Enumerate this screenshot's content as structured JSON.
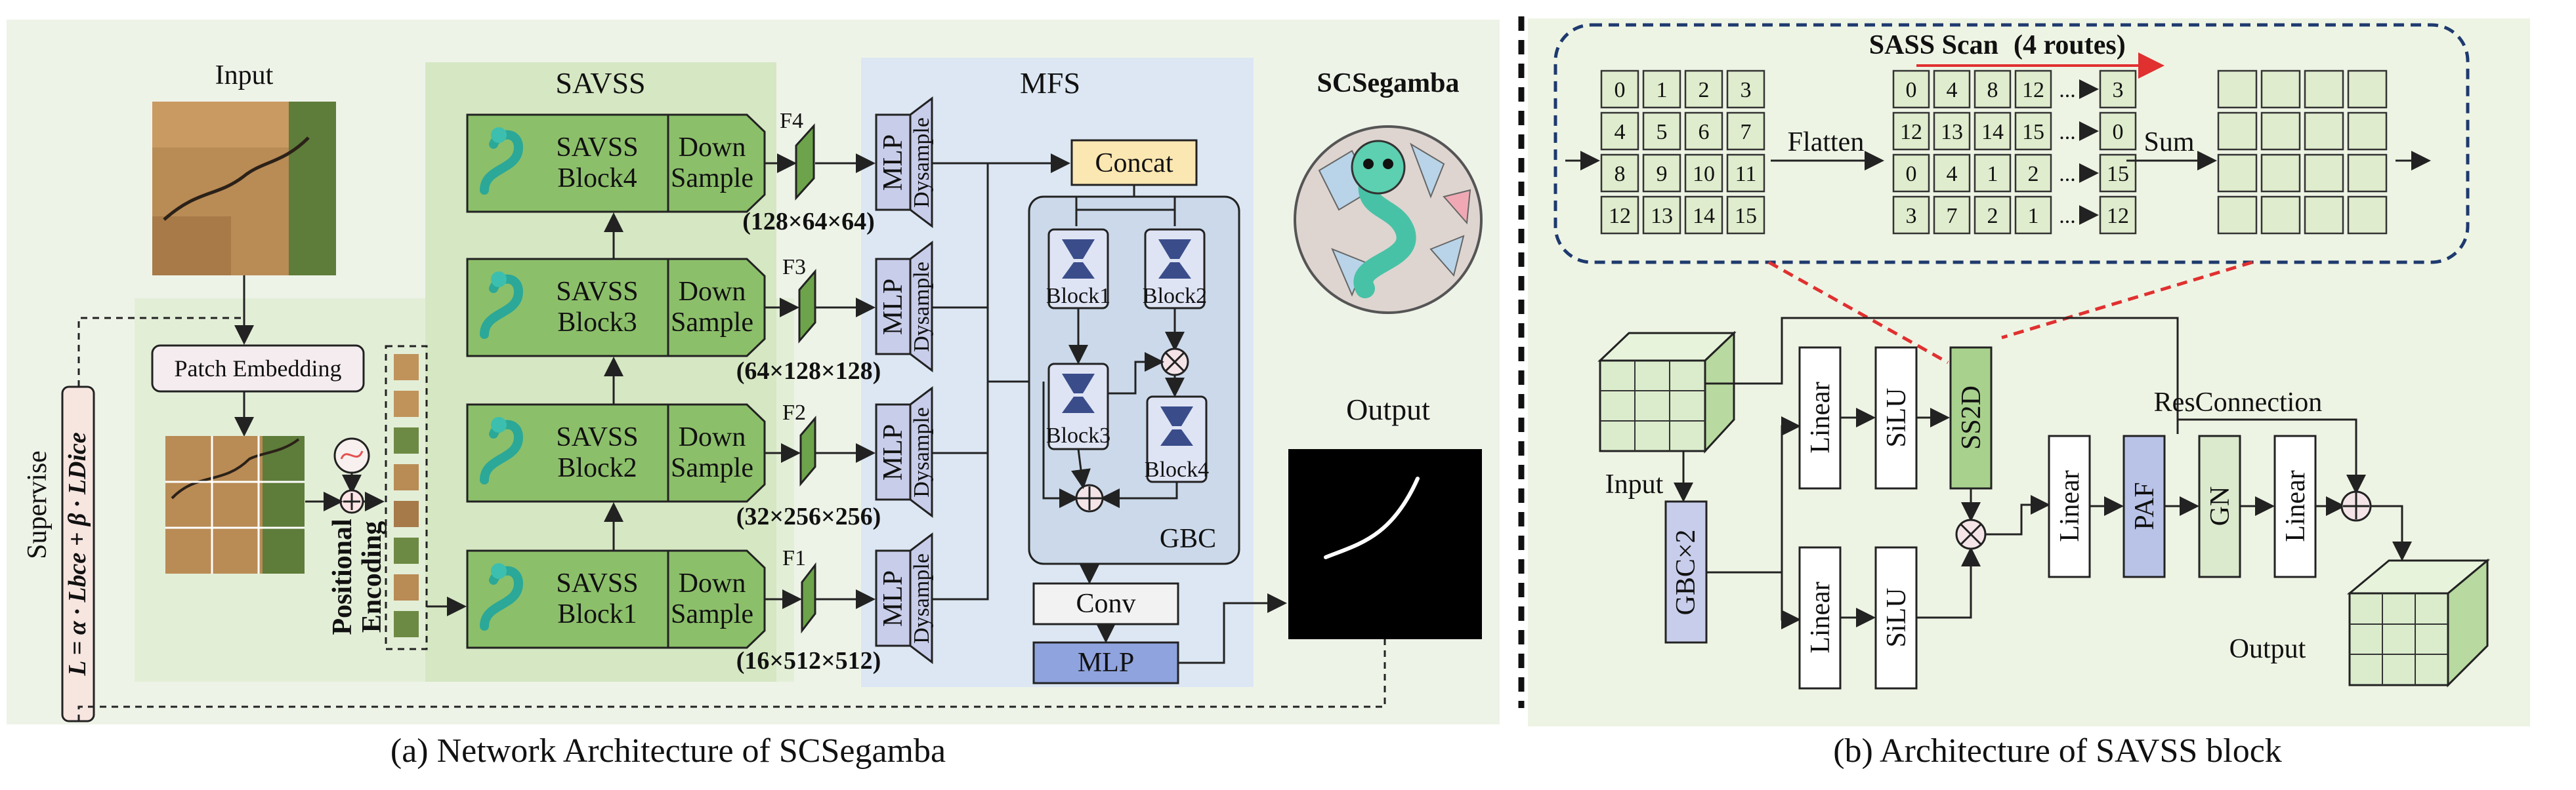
{
  "panel_a": {
    "input_title": "Input",
    "savss_title": "SAVSS",
    "mfs_title": "MFS",
    "brand": "SCSegamba",
    "output_title": "Output",
    "patch_embedding": "Patch Embedding",
    "positional_encoding": [
      "Positional",
      "Encoding"
    ],
    "supervise": "Supervise",
    "loss": "L = α · Lbce + β · LDice",
    "blocks": [
      {
        "name": [
          "SAVSS",
          "Block4"
        ],
        "down": [
          "Down",
          "Sample"
        ],
        "feat": "F4",
        "size": "(128×64×64)"
      },
      {
        "name": [
          "SAVSS",
          "Block3"
        ],
        "down": [
          "Down",
          "Sample"
        ],
        "feat": "F3",
        "size": "(64×128×128)"
      },
      {
        "name": [
          "SAVSS",
          "Block2"
        ],
        "down": [
          "Down",
          "Sample"
        ],
        "feat": "F2",
        "size": "(32×256×256)"
      },
      {
        "name": [
          "SAVSS",
          "Block1"
        ],
        "down": [
          "Down",
          "Sample"
        ],
        "feat": "F1",
        "size": "(16×512×512)"
      }
    ],
    "mlp": "MLP",
    "dysample": "Dysample",
    "concat": "Concat",
    "gbc": "GBC",
    "gbc_blocks": [
      "Block1",
      "Block2",
      "Block3",
      "Block4"
    ],
    "conv": "Conv",
    "mlp_out": "MLP",
    "caption": "(a) Network Architecture of SCSegamba"
  },
  "panel_b": {
    "scan_title": "SASS Scan",
    "routes": "(4 routes)",
    "flatten": "Flatten",
    "sum": "Sum",
    "grid": [
      "0",
      "1",
      "2",
      "3",
      "4",
      "5",
      "6",
      "7",
      "8",
      "9",
      "10",
      "11",
      "12",
      "13",
      "14",
      "15"
    ],
    "scan_rows": [
      {
        "vals": [
          "0",
          "4",
          "8",
          "12"
        ],
        "end": "3"
      },
      {
        "vals": [
          "12",
          "13",
          "14",
          "15"
        ],
        "end": "0"
      },
      {
        "vals": [
          "0",
          "4",
          "1",
          "2"
        ],
        "end": "15"
      },
      {
        "vals": [
          "3",
          "7",
          "2",
          "1"
        ],
        "end": "12"
      }
    ],
    "dots": "...",
    "input_label": "Input",
    "output_label": "Output",
    "gbc2": "GBC×2",
    "linear": "Linear",
    "silu": "SiLU",
    "ss2d": "SS2D",
    "paf": "PAF",
    "gn": "GN",
    "res": "ResConnection",
    "caption": "(b) Architecture of SAVSS block"
  },
  "colors": {
    "panel_a_bg": "#eaf1e1",
    "savss_bg": "#dbe9c9",
    "mfs_bg": "#dde8f4",
    "block_green": "#8cbf6a",
    "lavender": "#c7cdea",
    "concat_yellow": "#fbe7b2",
    "panel_b_bg": "#eef4e4",
    "ss2d_green": "#a9d18e",
    "red": "#e03030"
  }
}
